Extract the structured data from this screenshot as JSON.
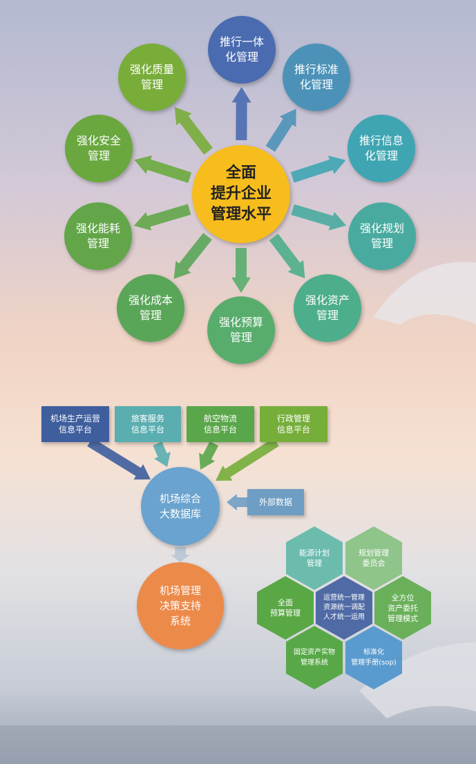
{
  "center": {
    "text": "全面\n提升企业\n管理水平"
  },
  "spokes": [
    {
      "id": "top",
      "text": "推行一体\n化管理",
      "color": "#4a6bb0"
    },
    {
      "id": "tr1",
      "text": "推行标准\n化管理",
      "color": "#4c92b8"
    },
    {
      "id": "tr2",
      "text": "推行信息\n化管理",
      "color": "#3fa5b2"
    },
    {
      "id": "r",
      "text": "强化规划\n管理",
      "color": "#49aba0"
    },
    {
      "id": "br",
      "text": "强化资产\n管理",
      "color": "#4cae8a"
    },
    {
      "id": "b",
      "text": "强化预算\n管理",
      "color": "#58ad6d"
    },
    {
      "id": "bl",
      "text": "强化成本\n管理",
      "color": "#5aa659"
    },
    {
      "id": "l",
      "text": "强化能耗\n管理",
      "color": "#62a649"
    },
    {
      "id": "tl2",
      "text": "强化安全\n管理",
      "color": "#6aa83f"
    },
    {
      "id": "tl1",
      "text": "强化质量\n管理",
      "color": "#78ad3a"
    }
  ],
  "platforms": [
    {
      "text": "机场生产运营\n信息平台",
      "color": "#3e5e9e"
    },
    {
      "text": "旅客服务\n信息平台",
      "color": "#5aaeb0"
    },
    {
      "text": "航空物流\n信息平台",
      "color": "#5aa64a"
    },
    {
      "text": "行政管理\n信息平台",
      "color": "#76ae3a"
    }
  ],
  "bigdata": {
    "text": "机场综合\n大数据库",
    "color": "#6aa3cf"
  },
  "external": {
    "text": "外部数据",
    "color": "#6f9ec4"
  },
  "decision": {
    "text": "机场管理\n决策支持\n系统",
    "color": "#ec8a4a"
  },
  "hexes": [
    {
      "text": "能源计划\n管理",
      "color": "#6cbcae"
    },
    {
      "text": "规划管理\n委员会",
      "color": "#8fc48a"
    },
    {
      "text": "全面\n预算管理",
      "color": "#5aa845"
    },
    {
      "text": "运营统一管理\n资源统一调配\n人才统一运用",
      "color": "#4f6aa5"
    },
    {
      "text": "全方位\n资产委托\n管理模式",
      "color": "#6ab05a"
    },
    {
      "text": "固定资产实物\n管理系统",
      "color": "#58a848"
    },
    {
      "text": "标准化\n管理手册(sop)",
      "color": "#5a9bcf"
    }
  ],
  "colors": {
    "center": "#f7bd1d",
    "sky_top": "#b7bdd3",
    "sky_mid": "#f2d2be",
    "ground": "#a8b3c0"
  }
}
